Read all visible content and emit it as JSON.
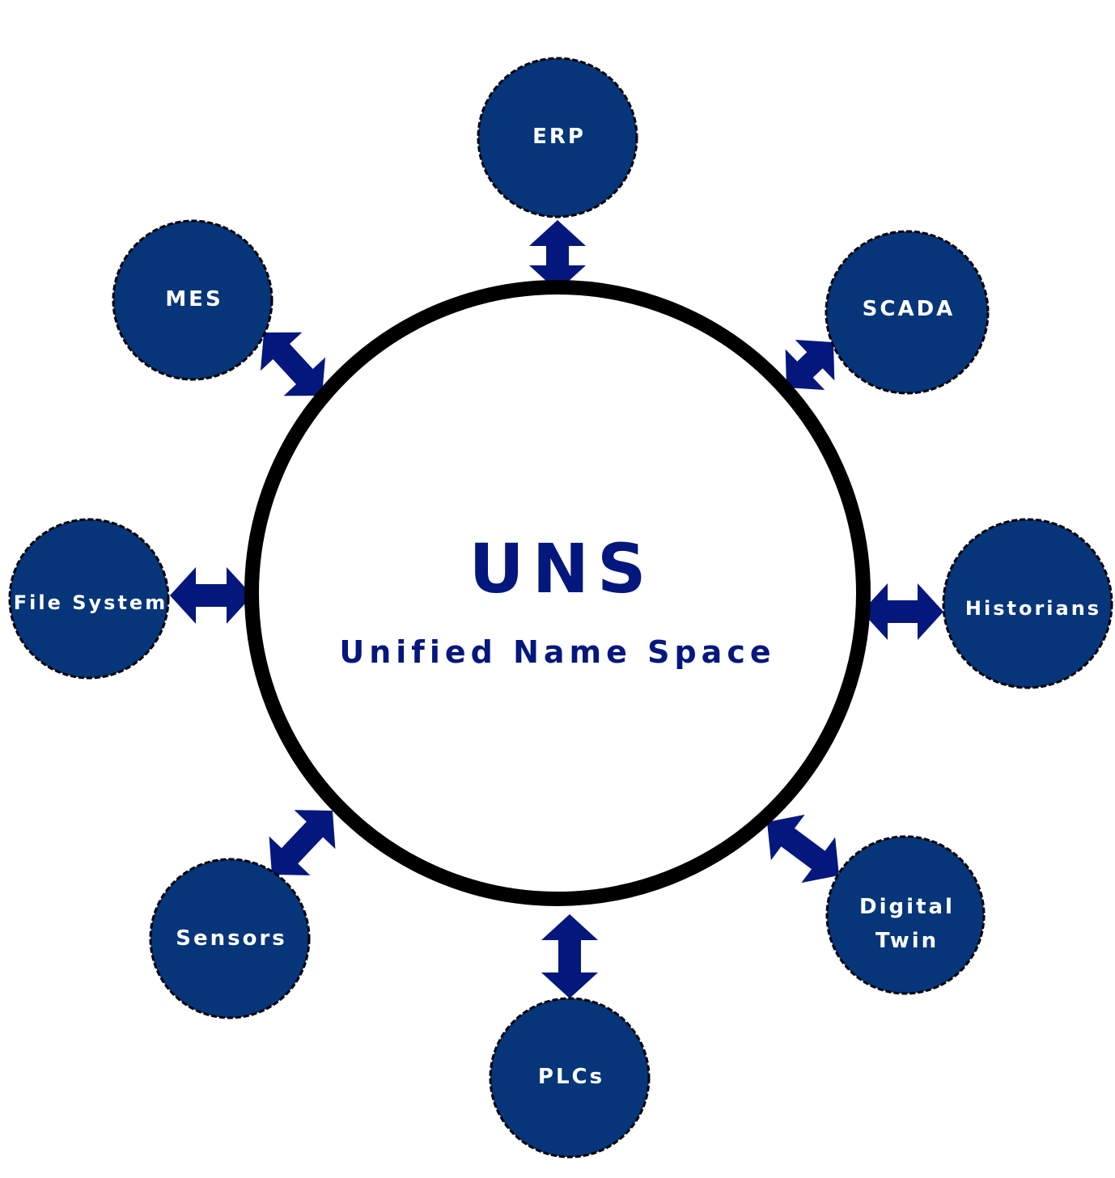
{
  "colors": {
    "node_fill": "#06357a",
    "arrow": "#03177c",
    "hub_text": "#03177c",
    "hub_border": "#000000",
    "node_text": "#ffffff"
  },
  "hub": {
    "title": "UNS",
    "subtitle": "Unified Name Space"
  },
  "nodes": {
    "erp": {
      "label": "ERP"
    },
    "scada": {
      "label": "SCADA"
    },
    "historians": {
      "label": "Historians"
    },
    "digital_twin": {
      "line1": "Digital",
      "line2": "Twin"
    },
    "plcs": {
      "label": "PLCs"
    },
    "sensors": {
      "label": "Sensors"
    },
    "file_system": {
      "label": "File System"
    },
    "mes": {
      "label": "MES"
    }
  },
  "connectors": [
    "erp",
    "scada",
    "historians",
    "digital_twin",
    "plcs",
    "sensors",
    "file_system",
    "mes"
  ],
  "connector_icon": "double-arrow-icon"
}
